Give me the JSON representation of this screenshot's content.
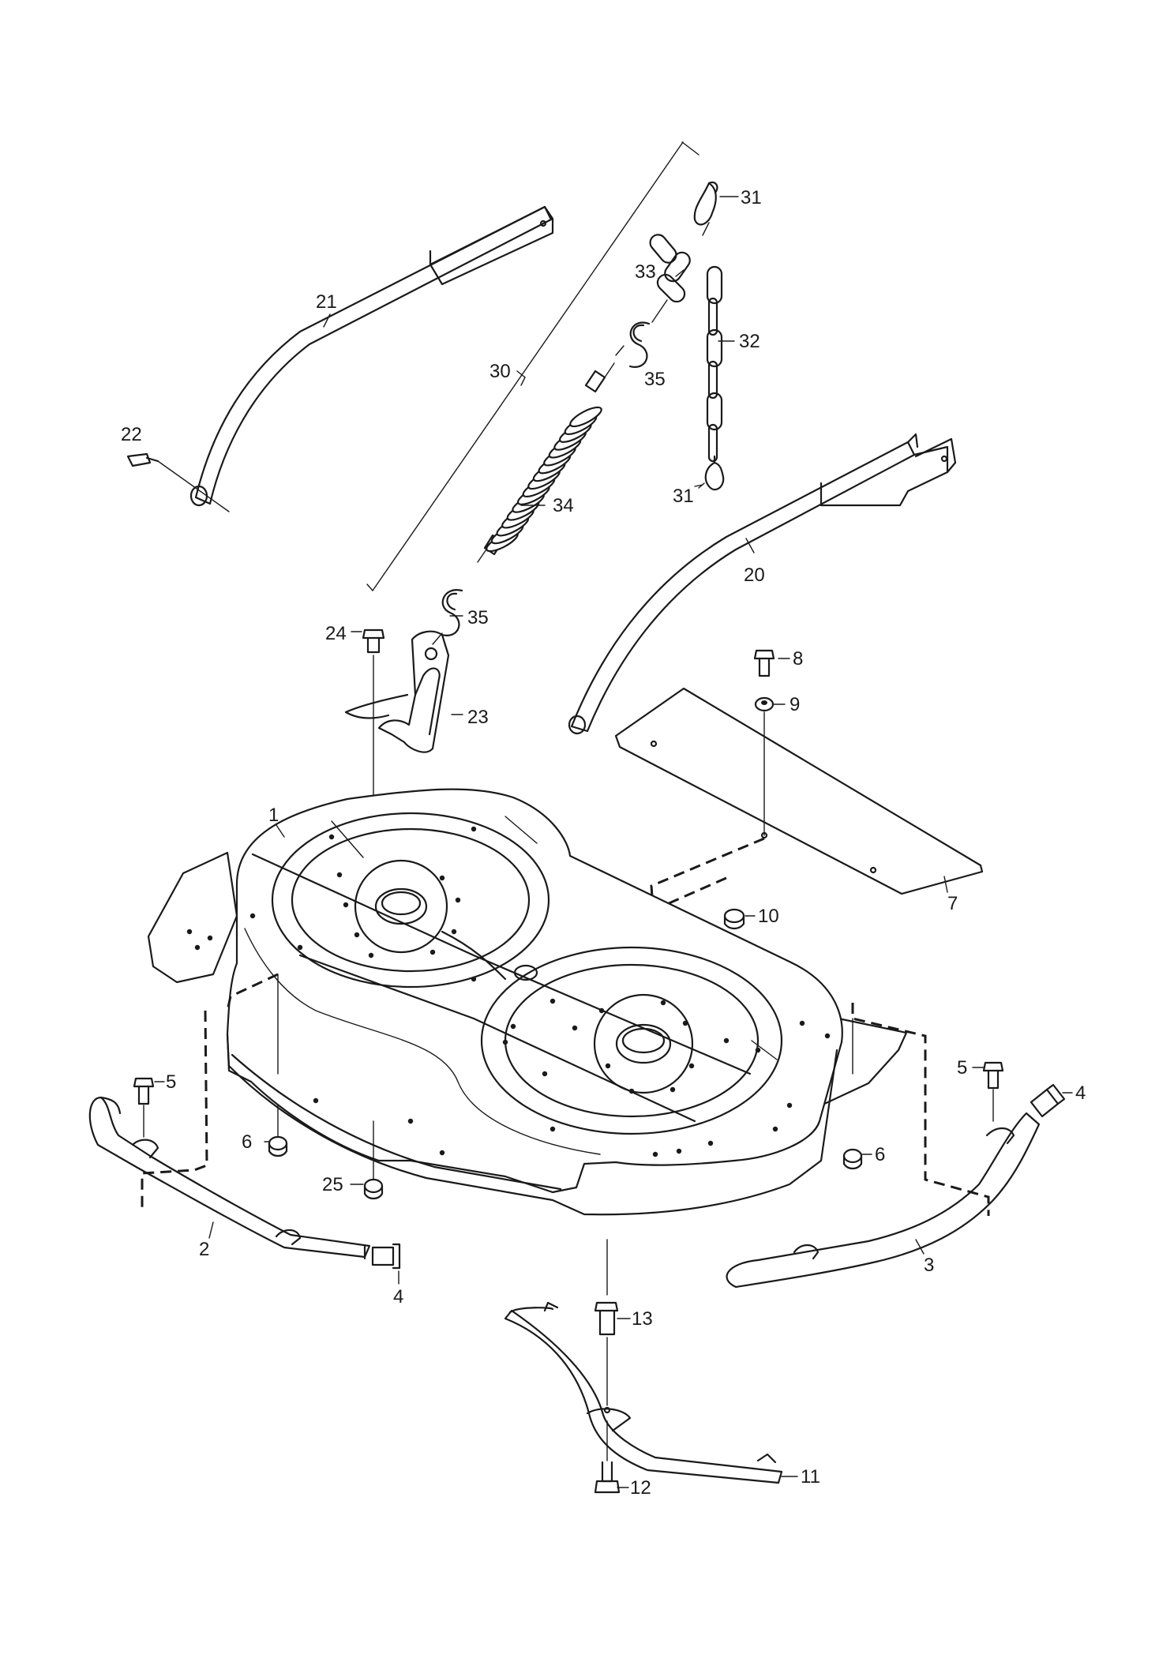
{
  "callouts": [
    {
      "id": "c1",
      "text": "1"
    },
    {
      "id": "c2",
      "text": "2"
    },
    {
      "id": "c3",
      "text": "3"
    },
    {
      "id": "c4a",
      "text": "4"
    },
    {
      "id": "c4b",
      "text": "4"
    },
    {
      "id": "c5a",
      "text": "5"
    },
    {
      "id": "c5b",
      "text": "5"
    },
    {
      "id": "c6a",
      "text": "6"
    },
    {
      "id": "c6b",
      "text": "6"
    },
    {
      "id": "c7",
      "text": "7"
    },
    {
      "id": "c8",
      "text": "8"
    },
    {
      "id": "c9",
      "text": "9"
    },
    {
      "id": "c10",
      "text": "10"
    },
    {
      "id": "c11",
      "text": "11"
    },
    {
      "id": "c12",
      "text": "12"
    },
    {
      "id": "c13",
      "text": "13"
    },
    {
      "id": "c20",
      "text": "20"
    },
    {
      "id": "c21",
      "text": "21"
    },
    {
      "id": "c22",
      "text": "22"
    },
    {
      "id": "c23",
      "text": "23"
    },
    {
      "id": "c24",
      "text": "24"
    },
    {
      "id": "c25",
      "text": "25"
    },
    {
      "id": "c30",
      "text": "30"
    },
    {
      "id": "c31a",
      "text": "31"
    },
    {
      "id": "c31b",
      "text": "31"
    },
    {
      "id": "c32",
      "text": "32"
    },
    {
      "id": "c33",
      "text": "33"
    },
    {
      "id": "c34",
      "text": "34"
    },
    {
      "id": "c35a",
      "text": "35"
    },
    {
      "id": "c35b",
      "text": "35"
    }
  ]
}
